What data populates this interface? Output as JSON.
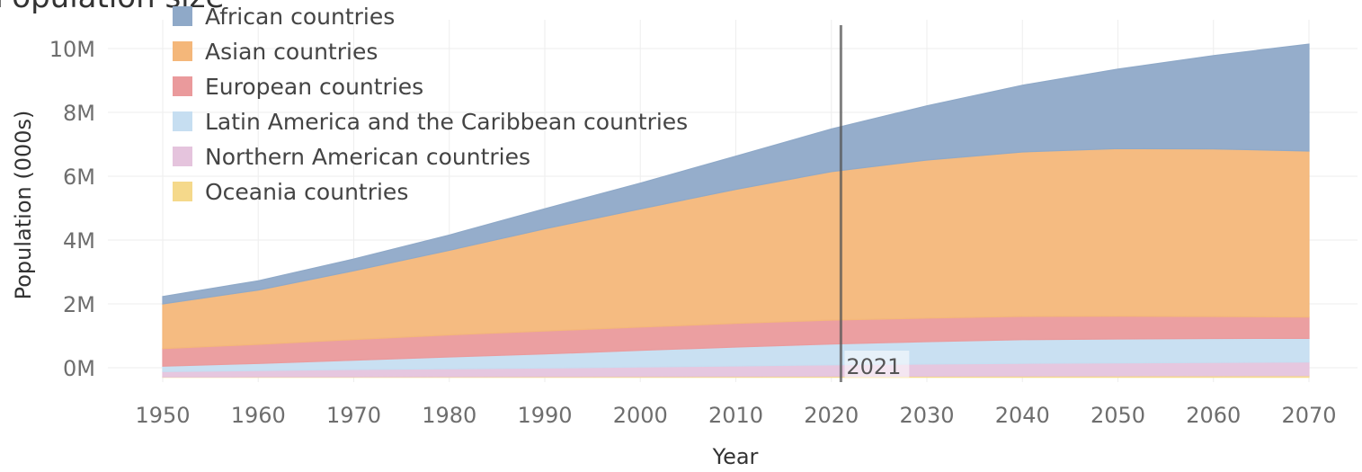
{
  "chart_data": {
    "type": "area",
    "stacked": true,
    "title": "Population size",
    "xlabel": "Year",
    "ylabel": "Population (000s)",
    "x": [
      1950,
      1960,
      1970,
      1980,
      1990,
      2000,
      2010,
      2020,
      2030,
      2040,
      2050,
      2060,
      2070
    ],
    "xlim": [
      1950,
      2070
    ],
    "xticks": [
      "1950",
      "1960",
      "1970",
      "1980",
      "1990",
      "2000",
      "2010",
      "2020",
      "2030",
      "2040",
      "2050",
      "2060",
      "2070"
    ],
    "ylim": [
      -450000,
      10900000
    ],
    "yticks": [
      {
        "value": 0,
        "label": "0M"
      },
      {
        "value": 2000000,
        "label": "2M"
      },
      {
        "value": 4000000,
        "label": "4M"
      },
      {
        "value": 6000000,
        "label": "6M"
      },
      {
        "value": 8000000,
        "label": "8M"
      },
      {
        "value": 10000000,
        "label": "10M"
      }
    ],
    "grid": true,
    "legend_position": "top-left",
    "series": [
      {
        "name": "Oceania countries",
        "color": "#f5d98b",
        "values": [
          10000,
          13000,
          16000,
          18000,
          21000,
          24000,
          28000,
          32000,
          36000,
          40000,
          43000,
          46000,
          49000
        ]
      },
      {
        "name": "Northern American countries",
        "color": "#e5c4dd",
        "values": [
          170000,
          200000,
          230000,
          250000,
          270000,
          300000,
          330000,
          360000,
          380000,
          400000,
          410000,
          420000,
          430000
        ]
      },
      {
        "name": "Latin America and the Caribbean countries",
        "color": "#c6def1",
        "values": [
          170000,
          220000,
          290000,
          370000,
          440000,
          520000,
          590000,
          650000,
          700000,
          740000,
          750000,
          750000,
          740000
        ]
      },
      {
        "name": "European countries",
        "color": "#ea9a9c",
        "values": [
          550000,
          600000,
          650000,
          690000,
          720000,
          730000,
          740000,
          750000,
          740000,
          730000,
          710000,
          690000,
          670000
        ]
      },
      {
        "name": "Asian countries",
        "color": "#f4b77a",
        "values": [
          1400000,
          1700000,
          2150000,
          2650000,
          3200000,
          3700000,
          4200000,
          4650000,
          4950000,
          5150000,
          5250000,
          5250000,
          5200000
        ]
      },
      {
        "name": "African countries",
        "color": "#8fa9c8",
        "values": [
          230000,
          290000,
          370000,
          480000,
          630000,
          810000,
          1040000,
          1340000,
          1700000,
          2090000,
          2490000,
          2920000,
          3350000
        ]
      }
    ],
    "legend_order": [
      "African countries",
      "Asian countries",
      "European countries",
      "Latin America and the Caribbean countries",
      "Northern American countries",
      "Oceania countries"
    ],
    "marker": {
      "x": 2021,
      "label": "2021"
    }
  }
}
